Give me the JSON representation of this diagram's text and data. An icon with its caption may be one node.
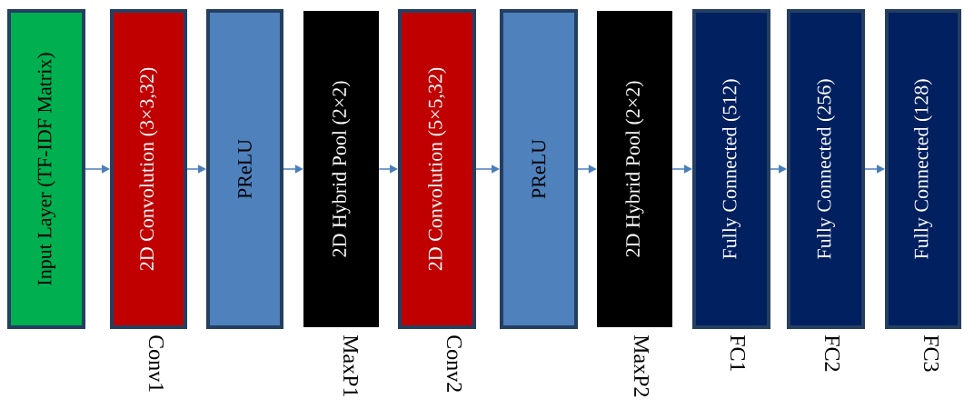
{
  "diagram": {
    "nodes": [
      {
        "text": [
          "Input Layer (TF-IDF Matrix)"
        ]
      },
      {
        "text": [
          "2D Convolution (3×3,32)"
        ],
        "beside": [
          "Conv1"
        ]
      },
      {
        "text": [
          "PReLU"
        ]
      },
      {
        "text": [
          "2D Hybrid Pool (2×2)"
        ],
        "beside": [
          "MaxP1"
        ]
      },
      {
        "text": [
          "2D Convolution (5×5,32)"
        ],
        "beside": [
          "Conv2"
        ]
      },
      {
        "text": [
          "PReLU"
        ]
      },
      {
        "text": [
          "2D Hybrid Pool (2×2)"
        ],
        "beside": [
          "MaxP2"
        ]
      },
      {
        "text": [
          "Fully Connected (512)"
        ],
        "beside": [
          "FC1"
        ]
      },
      {
        "text": [
          "Fully Connected (256)"
        ],
        "beside": [
          "FC2"
        ]
      },
      {
        "text": [
          "Fully Connected (128)"
        ],
        "beside": [
          "FC3"
        ]
      }
    ],
    "edges": [
      {
        "from": 0,
        "to": 1,
        "arrow": "to"
      },
      {
        "from": 1,
        "to": 2,
        "arrow": "to"
      },
      {
        "from": 2,
        "to": 3,
        "arrow": "to"
      },
      {
        "from": 3,
        "to": 4,
        "arrow": "to"
      },
      {
        "from": 4,
        "to": 5,
        "arrow": "to"
      },
      {
        "from": 5,
        "to": 6,
        "arrow": "to"
      },
      {
        "from": 6,
        "to": 7,
        "arrow": "to"
      },
      {
        "from": 7,
        "to": 8,
        "arrow": "to"
      },
      {
        "from": 8,
        "to": 9,
        "arrow": "to"
      }
    ]
  }
}
